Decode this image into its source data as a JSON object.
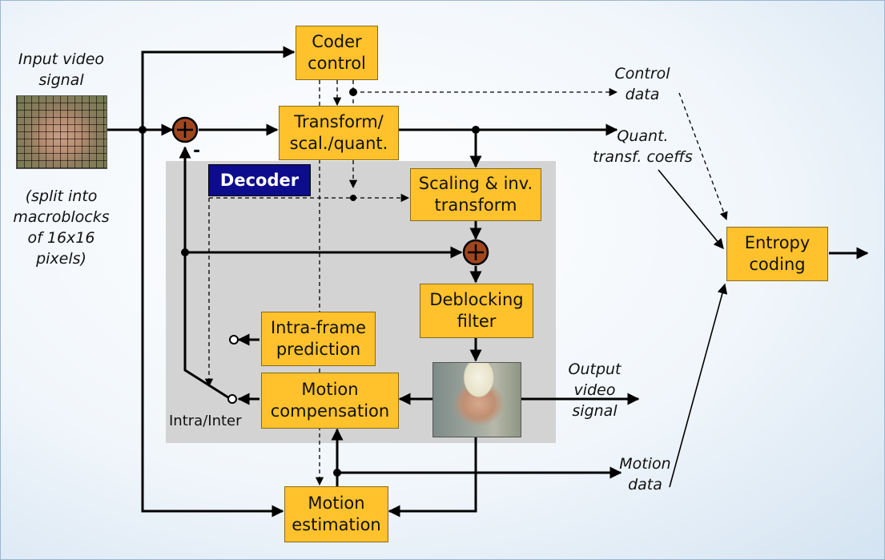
{
  "blocks": {
    "coder_control": "Coder\ncontrol",
    "transform": "Transform/\nscal./quant.",
    "scaling": "Scaling & inv.\ntransform",
    "deblocking": "Deblocking\nfilter",
    "intra_prediction": "Intra-frame\nprediction",
    "motion_compensation": "Motion\ncompensation",
    "motion_estimation": "Motion\nestimation",
    "entropy_coding": "Entropy\ncoding"
  },
  "labels": {
    "input_video": "Input video\nsignal",
    "split_note": "(split into\nmacroblocks\nof 16x16\npixels)",
    "control_data": "Control\ndata",
    "quant_coeffs": "Quant.\ntransf. coeffs",
    "output_video": "Output\nvideo\nsignal",
    "motion_data": "Motion\ndata",
    "decoder": "Decoder",
    "intra_inter": "Intra/Inter",
    "minus": "-"
  },
  "colors": {
    "block_fill": "#ffc22c",
    "decoder_region": "#d3d3d3",
    "decoder_badge": "#0c0c8c",
    "summing_node": "#a0461e"
  }
}
